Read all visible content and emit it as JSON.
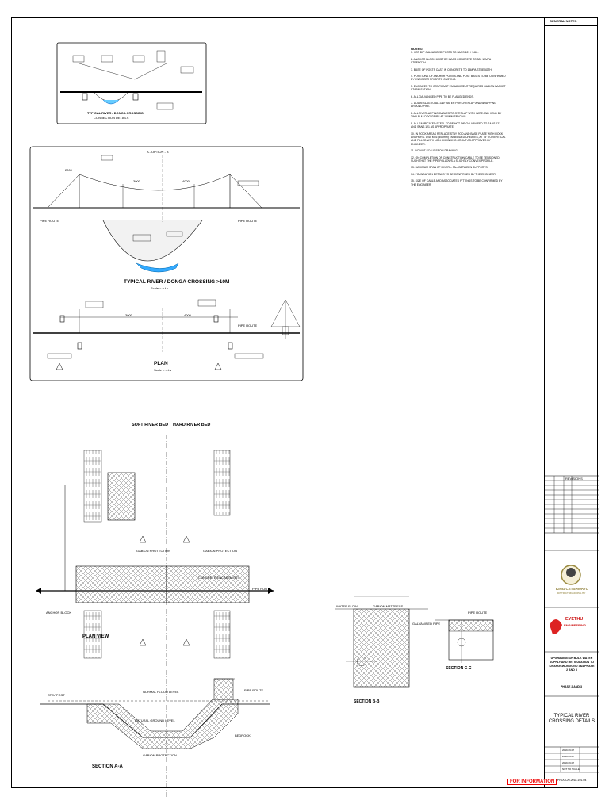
{
  "header": {
    "general_notes": "GENERAL NOTES"
  },
  "notes": {
    "title": "NOTES:",
    "items": [
      "1.  HOT DIP GALVANISED POSTS TO SANS 121 / 1461.",
      "2.  ANCHOR BLOCK MUST BE MASS CONCRETE TO 300 15MPA STRENGTH.",
      "3.  BASE OF POSTS CAST IN CONCRETE TO 15MPA STRENGTH.",
      "4.  POSITIONS OF ANCHOR POINTS AND POST BASES TO BE CONFIRMED BY ENGINEER PRIOR TO CASTING.",
      "5.  ENGINEER TO CONFIRM IF EMBANKMENT REQUIRES GABION BASKET STABILISATION.",
      "6.  ALL GALVANISED PIPE TO BE FLANGED ENDS.",
      "7.  DOWN SLAG TO ALLOW WATER FOR OVERLAP AND WRAPPING AROUND PIPE.",
      "8.  ALL OVERLAPPING CABLES TO OVERLAP WITH WIRE AND HELD BY TWO BULLDOG GRIPS AT 150MM SPACING.",
      "9.  ALL FABRICATED STEEL TO BE HOT DIP GALVANISED TO SANS 121 AND SANS 121 AS APPROPRIATE.",
      "10. IN ROCK AREAS REPLACE STAY ROD AND BASE PLATE WITH ROCK ANCHORS. USE M16 (400mm) EMBEDDED CREATES, AT 75° TO VERTICAL AND FILLED WITH NON SHRINKING GROUT AS APPROVED BY ENGINEER.",
      "11. DO NOT SCALE FROM DRAWING.",
      "12. ON COMPLETION OF CONSTRUCTION CABLE TO BE TENSIONED SUCH THAT THE PIPE FOLLOWS A SLIGHTLY CONVEX PROFILE.",
      "13. MAXIMUM SPAN OF RIVER = 30m BETWEEN SUPPORTS.",
      "14. FOUNDATION DETAILS TO BE CONFIRMED BY THE ENGINEER.",
      "15. SIZE OF CABLE AND ASSOCIATED FITTINGS TO BE CONFIRMED BY THE ENGINEER."
    ]
  },
  "drawings": {
    "detail_top": {
      "cap": "TYPICAL RIVER / DONGA CROSSING",
      "sub": "CONNECTION DETAILS"
    },
    "option": "A  -  OPTION  -  B",
    "crossing_title": "TYPICAL RIVER / DONGA CROSSING >10M",
    "scale": "Scale = n.t.s",
    "plan_title": "PLAN",
    "soft_bed": "SOFT RIVER BED",
    "hard_bed": "HARD RIVER BED",
    "plan_view": "PLAN VIEW",
    "section_aa": "SECTION A-A",
    "section_bb": "SECTION B-B",
    "section_cc": "SECTION C-C",
    "dim_2000": "2000",
    "dim_3000": "3000",
    "dim_4000": "4000",
    "pipe_label": "PIPE ROUTE",
    "natural_flood": "NORMAL FLOOD LEVEL",
    "natural_ground": "NATURAL GROUND LEVEL",
    "bedrock": "BEDROCK",
    "gabion": "GABION PROTECTION",
    "water_flow": "WATER FLOW",
    "gabion_mattress": "GABION MATTRESS",
    "anchor_block": "ANCHOR BLOCK",
    "stay_post": "STAY POST",
    "galv_pipe": "GALVANISED PIPE",
    "concrete": "CONCRETE ENCASEMENT"
  },
  "title_block": {
    "revisions": "REVISIONS",
    "client_logo_text": "KING CETSHWAYO",
    "client_sub": "DISTRICT MUNICIPALITY",
    "consultant": "EYETHU",
    "consultant_sub": "ENGINEERING",
    "project": "UPGRADING OF BULK WATER SUPPLY AND RETICULATION TO KWANGCWONGONO 3&4 PHASE 2 AND 3",
    "phase": "PHASE 2 AND 3",
    "drawing_title": "TYPICAL RIVER CROSSING DETAILS",
    "rows": [
      "2019.09.07",
      "2019.09.07",
      "2019.09.07",
      "NOT TO SCALE"
    ],
    "drawing_no": "2-PHG-PROCC/0-2018-101-04"
  },
  "status": "FOR INFORMATION"
}
